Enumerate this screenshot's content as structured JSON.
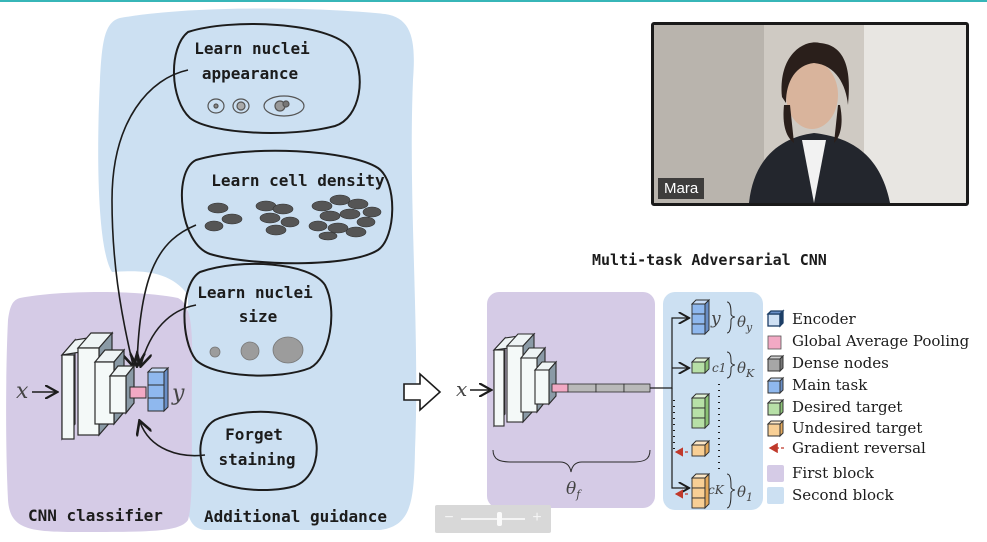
{
  "left_panel": {
    "bubble_appearance": [
      "Learn nuclei",
      "appearance"
    ],
    "bubble_density": "Learn cell density",
    "bubble_size": [
      "Learn nuclei",
      "size"
    ],
    "bubble_staining": [
      "Forget",
      "staining"
    ],
    "cnn_input": "x",
    "cnn_output": "y",
    "cnn_classifier_label": "CNN classifier",
    "additional_guidance_label": "Additional guidance"
  },
  "right_panel": {
    "title": "Multi-task Adversarial CNN",
    "input": "x",
    "theta_f": "θf",
    "head_y": "y",
    "theta_y": "θy",
    "head_c1": "c1",
    "theta_k": "θK",
    "head_ck": "cK",
    "theta_1": "θ1"
  },
  "legend": [
    {
      "label": "Encoder",
      "color": "#6a8fc7",
      "shape": "cube-dark"
    },
    {
      "label": "Global Average Pooling",
      "color": "#f2a9c4",
      "shape": "square"
    },
    {
      "label": "Dense nodes",
      "color": "#a6a6a6",
      "shape": "cube"
    },
    {
      "label": "Main task",
      "color": "#8fb8ee",
      "shape": "cube"
    },
    {
      "label": "Desired target",
      "color": "#b7e0a7",
      "shape": "cube"
    },
    {
      "label": "Undesired target",
      "color": "#f8cf95",
      "shape": "cube"
    },
    {
      "label": "Gradient reversal",
      "color": "#c0392b",
      "shape": "dashed-arrow"
    },
    {
      "label": "First block",
      "color": "#d5cbe6",
      "shape": "fill"
    },
    {
      "label": "Second block",
      "color": "#cce0f2",
      "shape": "fill"
    }
  ],
  "video": {
    "participant_name": "Mara"
  },
  "zoom": {
    "minus": "−",
    "plus": "+",
    "level": 0.6
  }
}
